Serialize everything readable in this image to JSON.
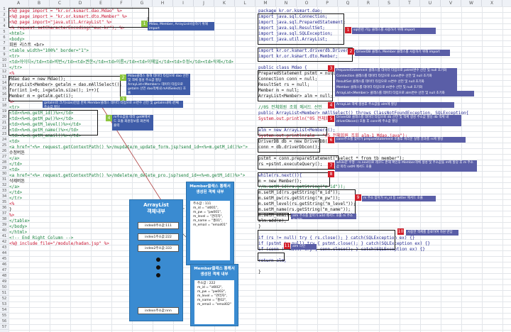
{
  "columns": [
    "A",
    "B",
    "C",
    "D",
    "E",
    "F",
    "G",
    "H",
    "I",
    "J",
    "K",
    "L",
    "M",
    "N",
    "O",
    "P",
    "Q",
    "R",
    "S",
    "T",
    "U",
    "V",
    "W",
    "X"
  ],
  "rows": [
    "1",
    "2",
    "3",
    "4",
    "5",
    "6",
    "7",
    "8",
    "9",
    "10",
    "11",
    "12",
    "13",
    "14",
    "15",
    "16",
    "17",
    "18",
    "19",
    "20",
    "21",
    "22",
    "23",
    "24",
    "25",
    "26",
    "27",
    "28",
    "29",
    "30",
    "31",
    "32",
    "33",
    "34",
    "35",
    "36",
    "37",
    "38",
    "39",
    "40",
    "41",
    "42",
    "43",
    "44",
    "45",
    "46",
    "47",
    "48",
    "49",
    "50",
    "51",
    "52",
    "53",
    "54",
    "55",
    "56",
    "57"
  ],
  "left_code": [
    {
      "text": "<%@ page import = \"kr.or.ksmart.dao.Mdao\" %>",
      "color": "red"
    },
    {
      "text": "<%@ page import = \"kr.or.ksmart.dto.Member\" %>",
      "color": "red"
    },
    {
      "text": "<%@ page import=\"java.util.ArrayList\" %>",
      "color": "red"
    },
    {
      "text": "<% request.setCharacterEncoding(\"euc-kr\"); %>",
      "color": "red"
    },
    {
      "text": "<html>",
      "color": "green"
    },
    {
      "text": "<body>",
      "color": "green"
    },
    {
      "text": "회원 리스트 <br>",
      "color": "black"
    },
    {
      "text": "<table width=\"100%\" border=\"1\">",
      "color": "green"
    },
    {
      "text": "<tr>",
      "color": "green"
    },
    {
      "text": "<td>아이디</td><td>비번</td><td>권한</td><td>이름</td><td>이메일</td><td>수정</td><td>삭제</td>",
      "color": "green"
    },
    {
      "text": "</tr>",
      "color": "green"
    },
    {
      "text": "<%",
      "color": "red"
    },
    {
      "text": "Mdao dao = new Mdao();",
      "color": "black"
    },
    {
      "text": "ArrayList<Member> getalm = dao.mAllSelect();",
      "color": "black"
    },
    {
      "text": "for(int i=0; i<getalm.size(); i++){",
      "color": "black"
    },
    {
      "text": "Member m = getalm.get(i);",
      "color": "black"
    },
    {
      "text": "%>",
      "color": "red"
    },
    {
      "text": "<tr>",
      "color": "green"
    },
    {
      "text": "<td><%=m.getM_id()%></td>",
      "color": "green"
    },
    {
      "text": "<td><%=m.getM_pw()%></td>",
      "color": "green"
    },
    {
      "text": "<td><%=m.getM_level()%></td>",
      "color": "green"
    },
    {
      "text": "<td><%=m.getM_name()%></td>",
      "color": "green"
    },
    {
      "text": "<td><%=m.getM_email()%></td>",
      "color": "green"
    },
    {
      "text": "<td>",
      "color": "green"
    },
    {
      "text": "<a href=\"<%= request.getContextPath() %>/mupdate/m_update_form.jsp?send_id=<%=m.getM_id()%>\">",
      "color": "green"
    },
    {
      "text": "수정버튼",
      "color": "black"
    },
    {
      "text": "</a>",
      "color": "green"
    },
    {
      "text": "</td>",
      "color": "green"
    },
    {
      "text": "<td>",
      "color": "green"
    },
    {
      "text": "<a href=\"<%= request.getContextPath() %>/mdelete/m_delete_pro.jsp?send_id=<%=m.getM_id()%>\">",
      "color": "green"
    },
    {
      "text": "삭제버튼",
      "color": "black"
    },
    {
      "text": "</a>",
      "color": "green"
    },
    {
      "text": "</td>",
      "color": "green"
    },
    {
      "text": "</tr>",
      "color": "green"
    },
    {
      "text": "<%",
      "color": "red"
    },
    {
      "text": "}",
      "color": "black"
    },
    {
      "text": "%>",
      "color": "red"
    },
    {
      "text": "</table>",
      "color": "green"
    },
    {
      "text": "</body>",
      "color": "green"
    },
    {
      "text": "</html>",
      "color": "green"
    },
    {
      "text": "<!-- End Right Column -->",
      "color": "green"
    },
    {
      "text": "<%@ include file=\"/module/hadan.jsp\" %>",
      "color": "red"
    }
  ],
  "right_code": [
    {
      "text": "package kr.or.ksmart.dao;",
      "color": "navy"
    },
    {
      "text": "import java.sql.Connection;",
      "color": "navy"
    },
    {
      "text": "import java.sql.PreparedStatement;",
      "color": "navy"
    },
    {
      "text": "import java.sql.ResultSet;",
      "color": "navy"
    },
    {
      "text": "import java.sql.SQLException;",
      "color": "navy"
    },
    {
      "text": "import java.util.ArrayList;",
      "color": "navy"
    },
    {
      "text": "",
      "color": "black"
    },
    {
      "text": "import kr.or.ksmart.driverdb.DriverDB;",
      "color": "navy"
    },
    {
      "text": "import kr.or.ksmart.dto.Member;",
      "color": "navy"
    },
    {
      "text": "",
      "color": "black"
    },
    {
      "text": "public class Mdao {",
      "color": "navy"
    },
    {
      "text": "PreparedStatement pstmt = null;",
      "color": "black"
    },
    {
      "text": "Connection conn = null;",
      "color": "black"
    },
    {
      "text": "ResultSet rs = null;",
      "color": "black"
    },
    {
      "text": "Member m = null;",
      "color": "black"
    },
    {
      "text": "ArrayList<Member> alm = null;",
      "color": "black"
    },
    {
      "text": "",
      "color": "black"
    },
    {
      "text": "//05 전체회원 조회 메서드 선언",
      "color": "green"
    },
    {
      "text": "public ArrayList<Member> mAllSelect() throws ClassNotFoundException, SQLException{",
      "color": "navy"
    },
    {
      "text": "System.out.println(\"05 전체회원 조회 메서드 선언 Mdao.java\");",
      "color": "red"
    },
    {
      "text": "",
      "color": "black"
    },
    {
      "text": "alm = new ArrayList<Member>();",
      "color": "navy"
    },
    {
      "text": "System.out.println(alm + \"05 전체회원 조회 alm-1 Mdao.java\");",
      "color": "red"
    },
    {
      "text": "DriverDB db = new DriverDB();",
      "color": "black"
    },
    {
      "text": "conn = db.driverDbcon();",
      "color": "black"
    },
    {
      "text": "",
      "color": "black"
    },
    {
      "text": "pstmt = conn.prepareStatement(\"select * from tb_member\");",
      "color": "black"
    },
    {
      "text": "rs =pstmt.executeQuery();",
      "color": "black"
    },
    {
      "text": "",
      "color": "black"
    },
    {
      "text": "while(rs.next()){",
      "color": "navy"
    },
    {
      "text": "m = new Member();",
      "color": "black"
    },
    {
      "text": "//m.setM_id(rs.getString(\"m_id\"));",
      "color": "green"
    },
    {
      "text": "m.setM_id(rs.getString(\"m_id\"));",
      "color": "black"
    },
    {
      "text": "m.setM_pw(rs.getString(\"m_pw\"));",
      "color": "black"
    },
    {
      "text": "m.setM_level(rs.getString(\"m_level\"));",
      "color": "black"
    },
    {
      "text": "m.setM_name(rs.getString(\"m_name\"));",
      "color": "black"
    },
    {
      "text": "m.setM_email(rs.getString(\"m_email\"));",
      "color": "black"
    },
    {
      "text": "alm.add(m);",
      "color": "black"
    },
    {
      "text": "}",
      "color": "black"
    },
    {
      "text": "",
      "color": "black"
    },
    {
      "text": "if (rs != null) try { rs.close(); } catch(SQLException ex) {}",
      "color": "navy"
    },
    {
      "text": "if (pstmt != null) try { pstmt.close(); } catch(SQLException ex) {}",
      "color": "navy"
    },
    {
      "text": "if (conn != null) try { conn.close(); } catch(SQLException ex) {}",
      "color": "navy"
    },
    {
      "text": "",
      "color": "black"
    },
    {
      "text": "return alm;",
      "color": "navy"
    },
    {
      "text": "",
      "color": "black"
    },
    {
      "text": "}",
      "color": "black"
    }
  ],
  "notes": {
    "n1": "Mdao, Member, ArrayList사용하기 위해 import",
    "n2": "Mdao클래스 통해 데이터 타입으로 dao 선언 및 객체 생성 주소값 할당 ArrayList<Member> 데이터 타입으로 getalm 선언 dao객체내 mAllSelect() 호출",
    "n3": "getalm의 크기(size)만큼 반복 Member클래스 데이터 타입으로 m변수 선언 및 getalm내에 i번째 주소값 할당",
    "n4": "m주소값을 따라 getM메서드 호출 회원정보를 화면에 출력",
    "n5": "sql관련 기능 클래스를 사용하기 위해 import",
    "n6": "DriverDB 클래스, Member 클래스를 사용하기 위해 import",
    "n7a": "PreparedStatement 클래스를 데이터 타입으로 pstmt변수 선언 및 null 초기화",
    "n7b": "Connection 클래스를 데이터 타입으로 conn변수 선언 및 null 초기화",
    "n7c": "ResultSet 클래스를 데이터 타입으로 rs변수 선언 및 null 초기화",
    "n7d": "Member 클래스를 데이터 타입으로 m변수 선언 및 null 초기화",
    "n7e": "ArrayList<Member> 클래스를 데이터 타입으로 alm변수 선언 및 null 초기화",
    "n8": "ArrayList 객체 생성후 주소값을 alm에 할당",
    "n9": "DriverDB 클래스를 데이터 타입으로 db 선언 및 객체 생성 주소값 할당 db 객체 내 driverDbcon() 호출 후 conn에 주소값 할당",
    "n10": "conn주소를 찾아가 prepareStatement 호출후 쿼리문 실행 결과를 rs에 할당",
    "n11": "while문 수행 : rs.next()로 레코드 존재 확인후 Member객체 생성 및 주소값을 m에 할당 후 m 주소값 따라 setM 메서드 호출",
    "n12": "m 주소 찾아가 m_id 등 setter 메서드 호출",
    "n13": "alm 주소를 찾아가 add 메서드 호출 m 주소값 저장",
    "n14": "사용한 객체를 종료하여 자원 반납",
    "n15": "alm 리턴"
  },
  "badges": {
    "g1": "1",
    "g2": "2",
    "g3": "3",
    "g4": "4",
    "r1": "1",
    "r2": "2",
    "r3": "3",
    "r4": "4",
    "r5": "5",
    "r6": "6",
    "r7": "7",
    "r8": "8",
    "r9": "9",
    "r10": "10",
    "r11": "11"
  },
  "arraylist": {
    "title1": "ArrayList",
    "title2": "객체내부",
    "cells": [
      "index0주소값:111",
      "index1주소값:222",
      "index2주소값:333"
    ],
    "last": "indexn주소값:nnn"
  },
  "member1": {
    "title": "Member클래스 통해서 생성된 객체 내부",
    "address": "주소값 : 111",
    "id": "m_id = \"id001\",",
    "pw": "m_pw = \"pw001\",",
    "level": "m_level = \"관리자\",",
    "name": "m_name = \"홍01\",",
    "email": "m_email = \"email01\""
  },
  "member2": {
    "title": "Member클래스 통해서 생성된 객체 내부",
    "address": "주소값 : 222",
    "id": "m_id = \"id002\",",
    "pw": "m_pw = \"pw002\",",
    "level": "m_level = \"관리자\",",
    "name": "m_name = \"홍02\",",
    "email": "m_email = \"email02\""
  }
}
